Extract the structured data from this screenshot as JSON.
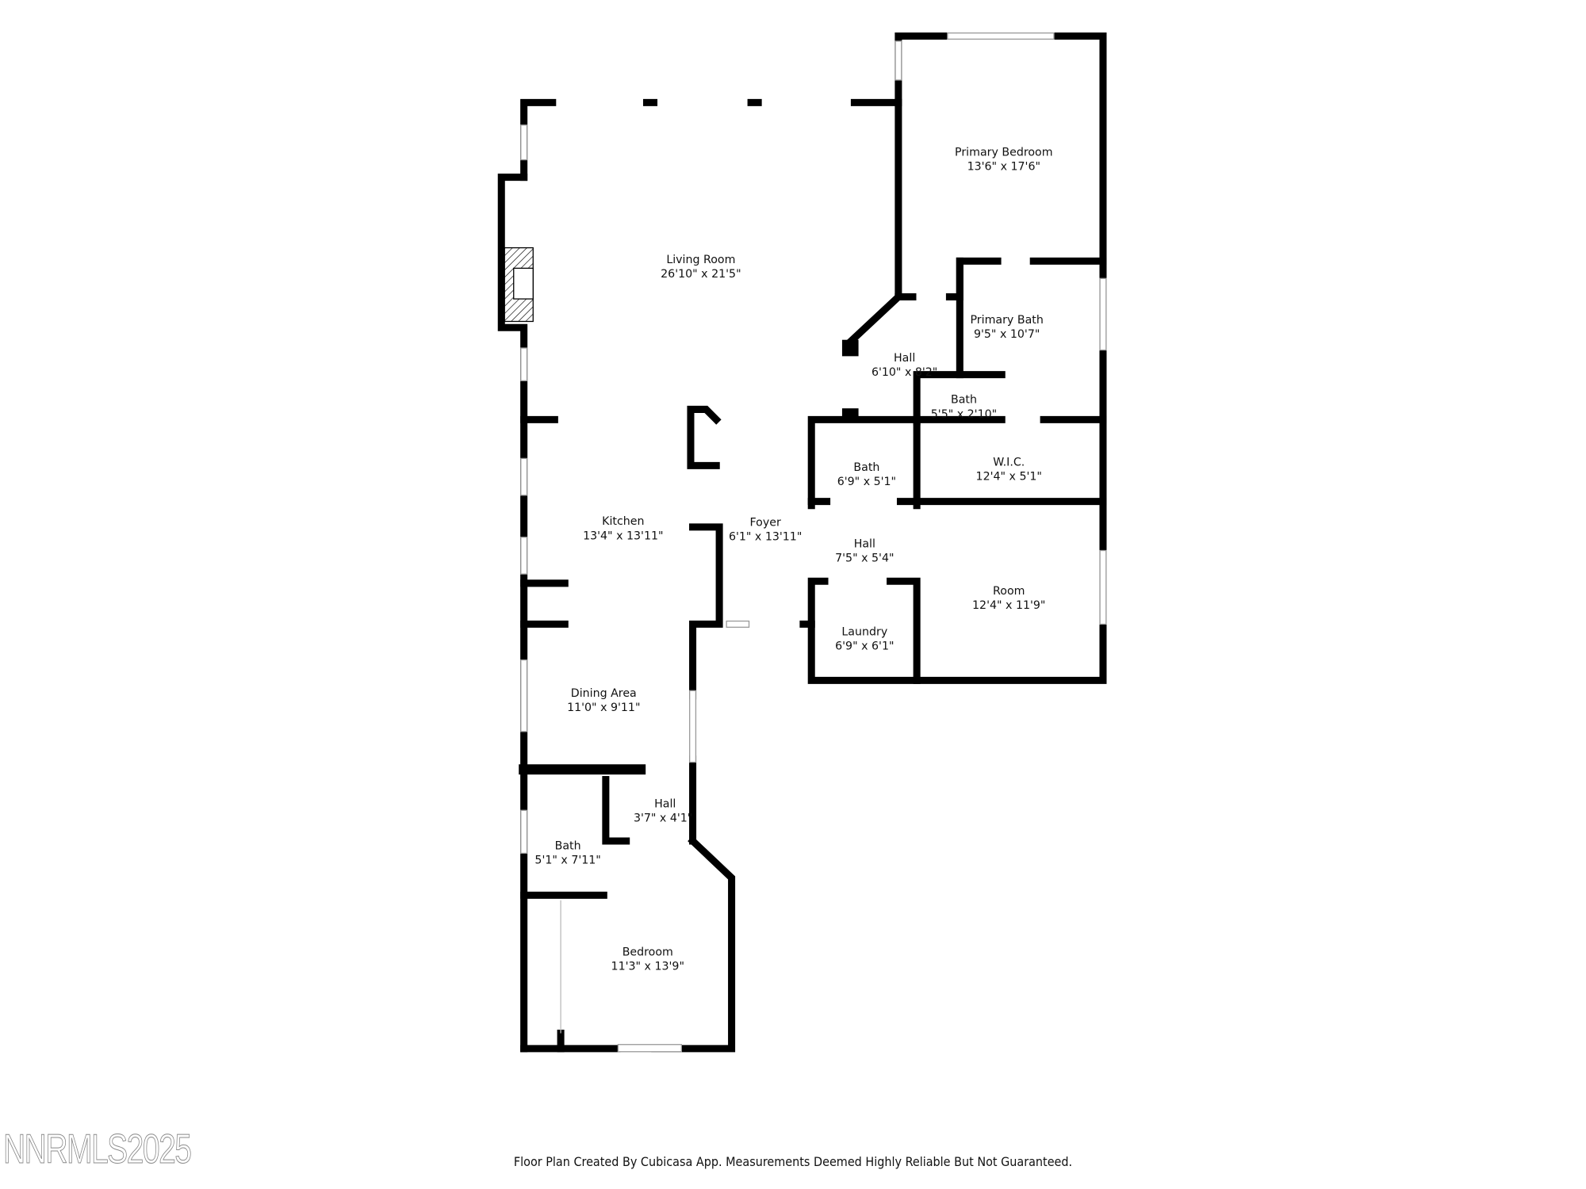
{
  "rooms": [
    {
      "name": "Primary Bedroom",
      "size": "13'6\" x 17'6\""
    },
    {
      "name": "Living Room",
      "size": "26'10\" x 21'5\""
    },
    {
      "name": "Primary Bath",
      "size": "9'5\" x 10'7\""
    },
    {
      "name": "Hall",
      "size": "6'10\" x 8'2\""
    },
    {
      "name": "Bath",
      "size": "5'5\" x 2'10\""
    },
    {
      "name": "Bath",
      "size": "6'9\" x 5'1\""
    },
    {
      "name": "W.I.C.",
      "size": "12'4\" x 5'1\""
    },
    {
      "name": "Kitchen",
      "size": "13'4\" x 13'11\""
    },
    {
      "name": "Foyer",
      "size": "6'1\" x 13'11\""
    },
    {
      "name": "Hall",
      "size": "7'5\" x 5'4\""
    },
    {
      "name": "Room",
      "size": "12'4\" x 11'9\""
    },
    {
      "name": "Laundry",
      "size": "6'9\" x 6'1\""
    },
    {
      "name": "Dining Area",
      "size": "11'0\" x 9'11\""
    },
    {
      "name": "Hall",
      "size": "3'7\" x 4'1\""
    },
    {
      "name": "Bath",
      "size": "5'1\" x 7'11\""
    },
    {
      "name": "Bedroom",
      "size": "11'3\" x 13'9\""
    }
  ],
  "footer": "Floor Plan Created By Cubicasa App. Measurements Deemed Highly Reliable But Not Guaranteed.",
  "watermark": "NNRMLS2025"
}
